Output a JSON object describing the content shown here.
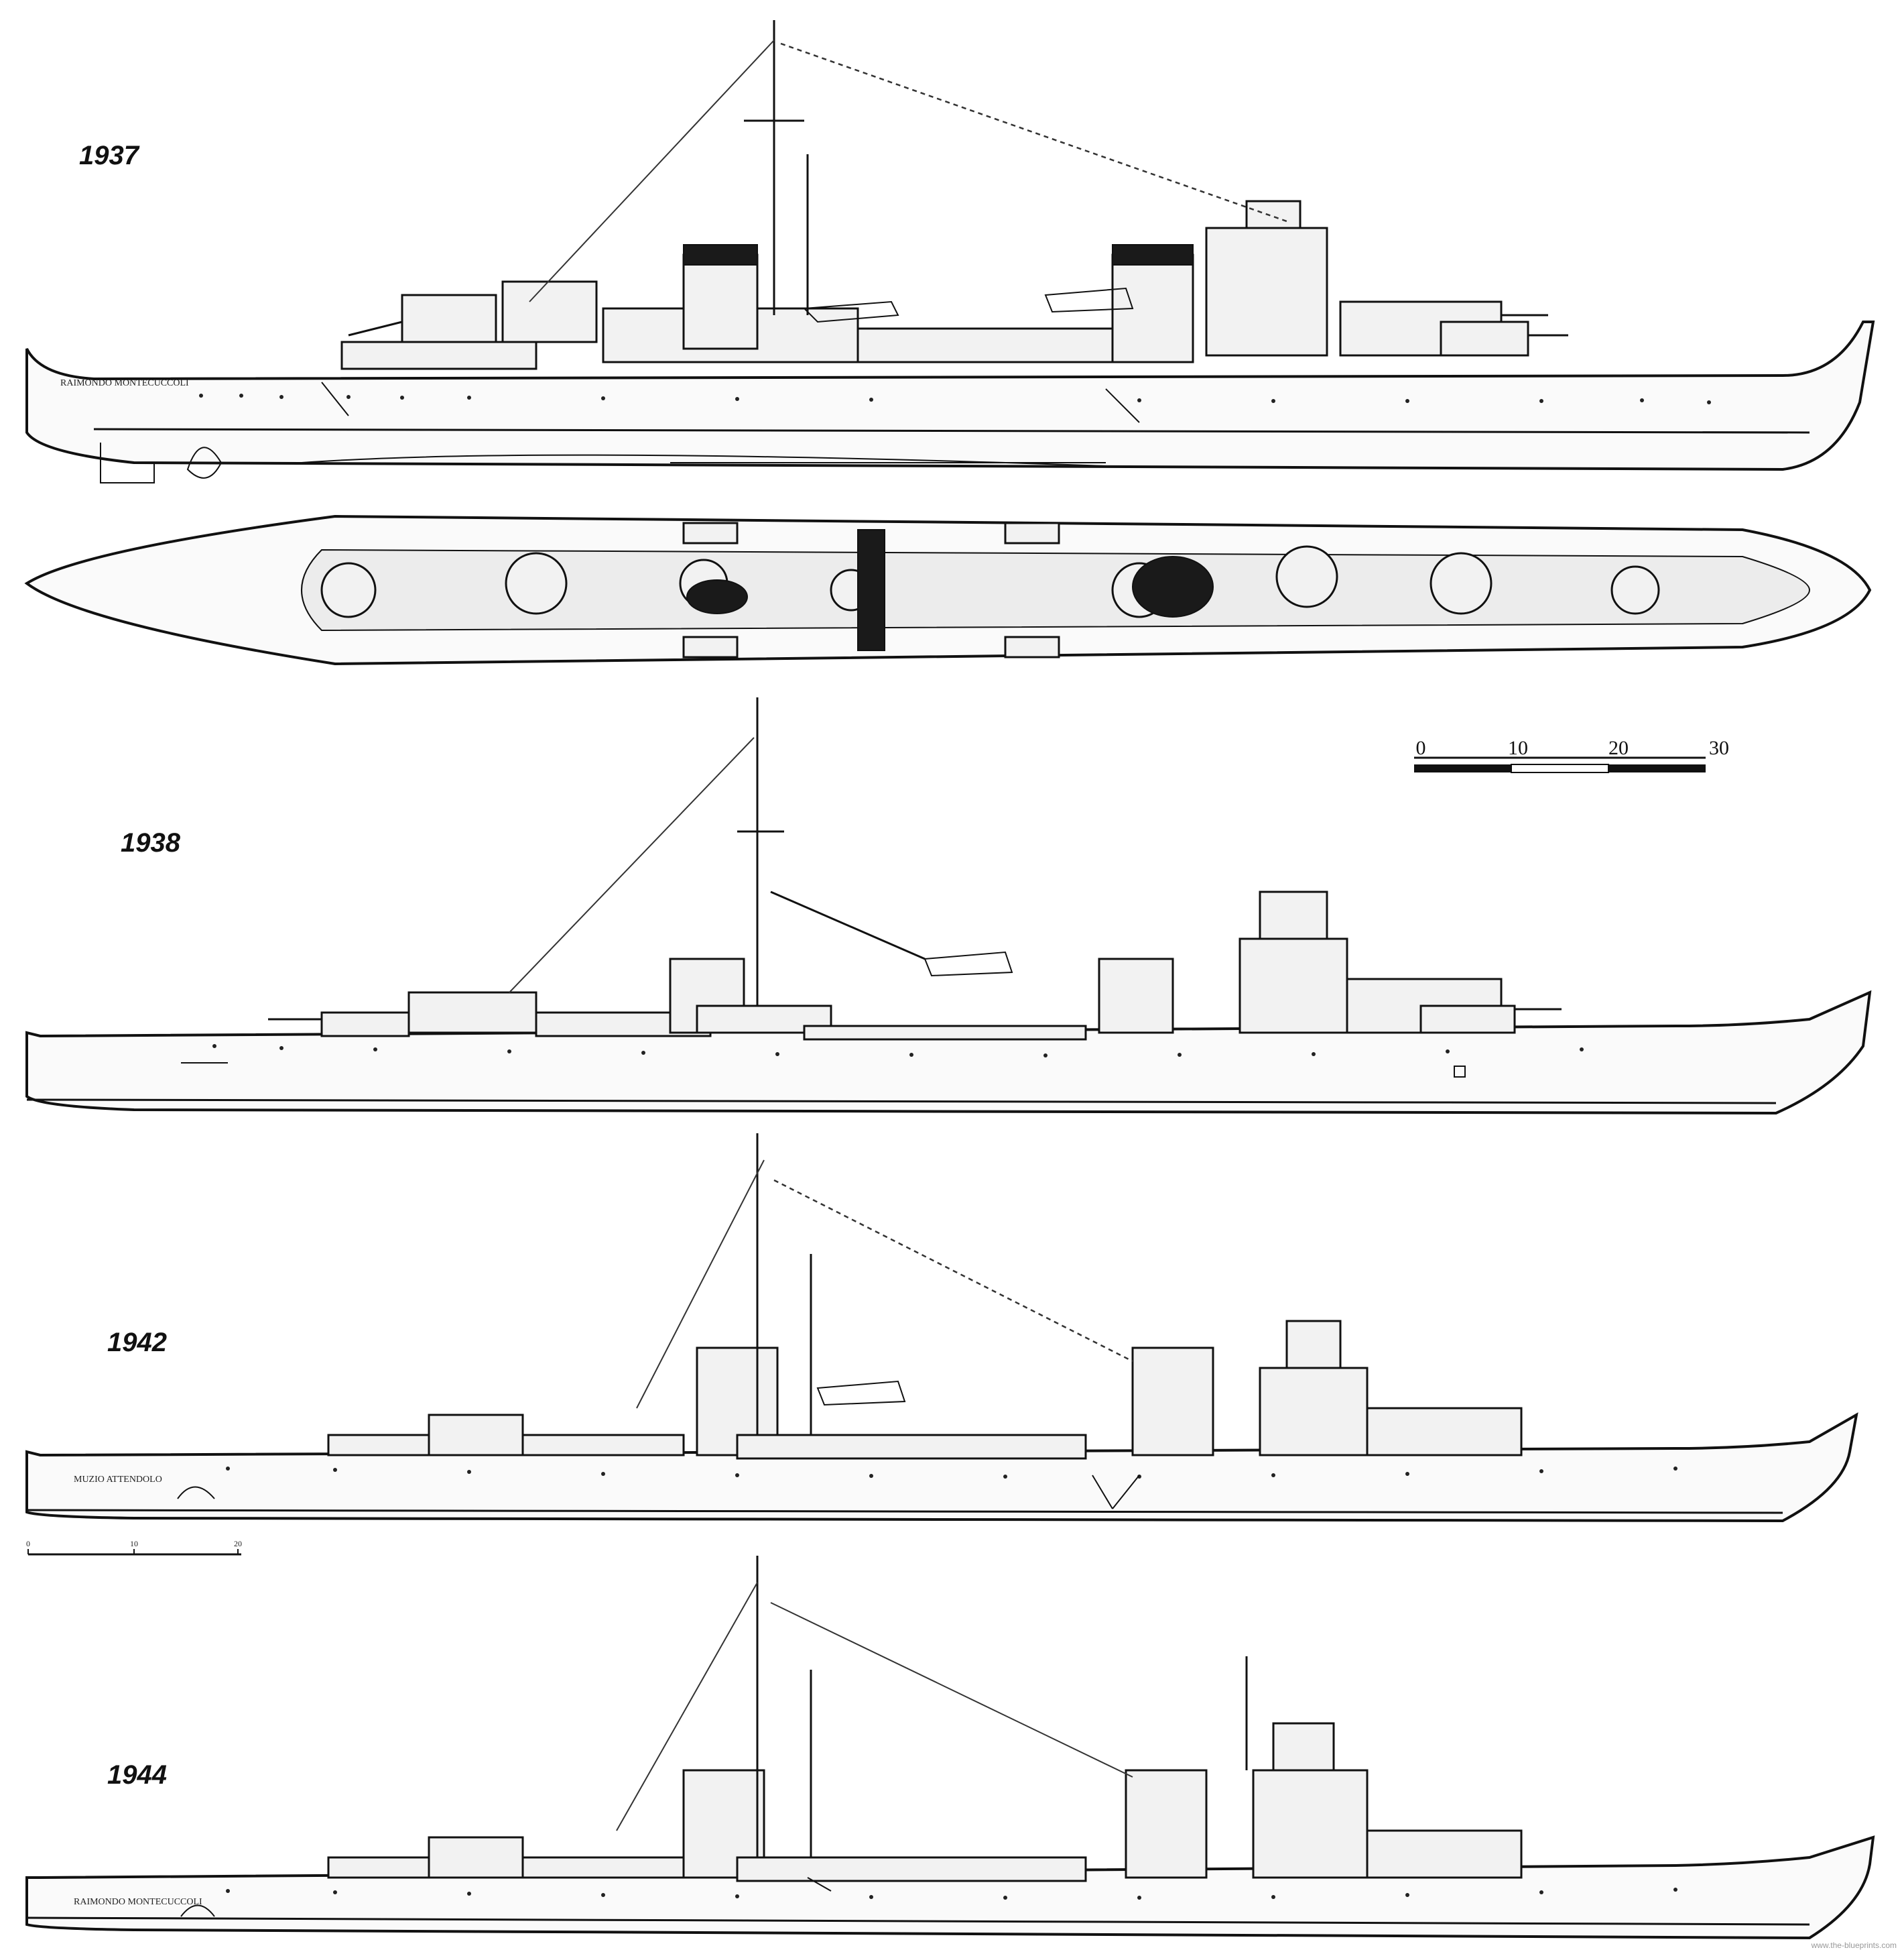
{
  "views": [
    {
      "id": "1937",
      "year_label": "1937",
      "hull_name": "RAIMONDO MONTECUCCOLI"
    },
    {
      "id": "1938",
      "year_label": "1938",
      "hull_name": ""
    },
    {
      "id": "1942",
      "year_label": "1942",
      "hull_name": "MUZIO ATTENDOLO"
    },
    {
      "id": "1944",
      "year_label": "1944",
      "hull_name": "RAIMONDO MONTECUCCOLI"
    }
  ],
  "scale_bars": [
    {
      "id": "main",
      "ticks": [
        "0",
        "10",
        "20",
        "30"
      ]
    },
    {
      "id": "small",
      "ticks": [
        "0",
        "10",
        "20"
      ]
    }
  ],
  "watermark": "www.the-blueprints.com"
}
